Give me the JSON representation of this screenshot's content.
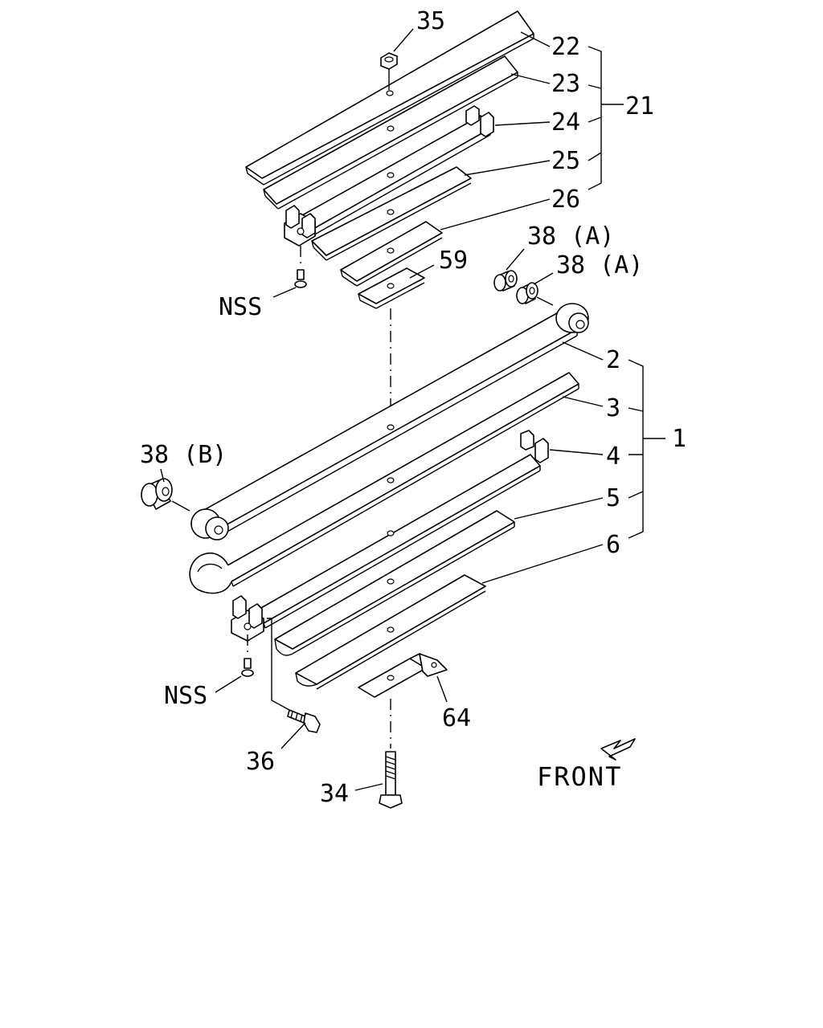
{
  "labels": {
    "p35": "35",
    "p22": "22",
    "p23": "23",
    "p24": "24",
    "p25": "25",
    "p26": "26",
    "p21": "21",
    "p59": "59",
    "p38a_1": "38 (A)",
    "p38a_2": "38 (A)",
    "nss_top": "NSS",
    "p2": "2",
    "p3": "3",
    "p4": "4",
    "p5": "5",
    "p6": "6",
    "p1": "1",
    "p38b": "38 (B)",
    "nss_bottom": "NSS",
    "p36": "36",
    "p64": "64",
    "p34": "34",
    "front": "FRONT"
  }
}
